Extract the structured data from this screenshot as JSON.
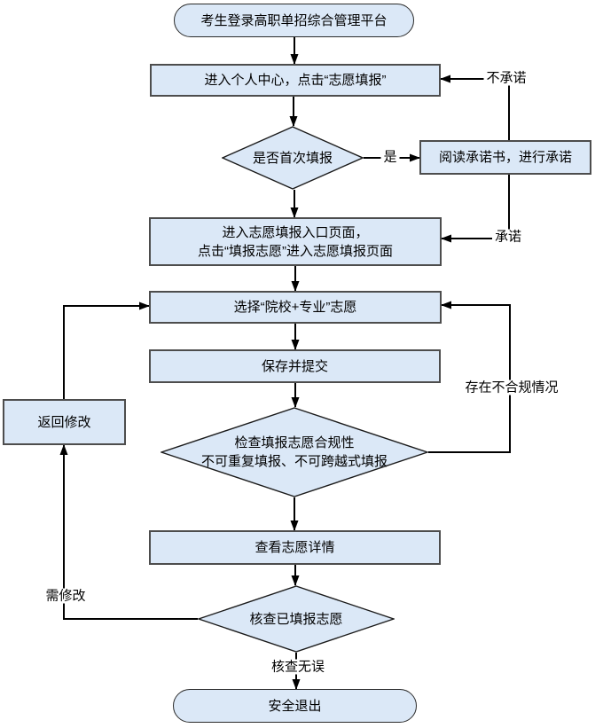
{
  "flowchart": {
    "nodes": {
      "start": "考生登录高职单招综合管理平台",
      "personal_center": "进入个人中心，点击“志愿填报”",
      "first_time_check": "是否首次填报",
      "read_commitment": "阅读承诺书，进行承诺",
      "entry_page": "进入志愿填报入口页面，\n点击“填报志愿”进入志愿填报页面",
      "choose_volunteer": "选择“院校+专业”志愿",
      "save_submit": "保存并提交",
      "compliance_check": "检查填报志愿合规性\n不可重复填报、不可跨越式填报",
      "view_details": "查看志愿详情",
      "verify_filled": "核查已填报志愿",
      "return_modify": "返回修改",
      "end": "安全退出"
    },
    "edge_labels": {
      "yes": "是",
      "no_commit": "不承诺",
      "commit": "承诺",
      "non_compliant": "存在不合规情况",
      "need_modify": "需修改",
      "verified": "核查无误"
    },
    "colors": {
      "node_fill": "#dbe8f7",
      "rect_border": "#4d4d4d",
      "shape_border": "#1a1a1a",
      "arrow": "#000000",
      "background": "#ffffff"
    }
  }
}
